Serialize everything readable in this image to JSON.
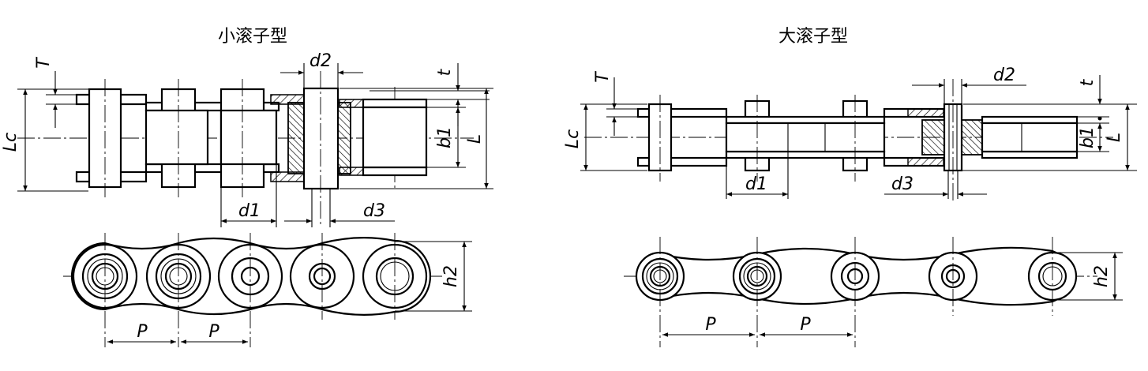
{
  "diagram": {
    "titles": {
      "left": "小滚子型",
      "right": "大滚子型"
    },
    "dims": {
      "T": "T",
      "Lc": "Lc",
      "d2": "d2",
      "t": "t",
      "b1": "b1",
      "L": "L",
      "d1": "d1",
      "d3": "d3",
      "h2": "h2",
      "P": "P"
    }
  }
}
